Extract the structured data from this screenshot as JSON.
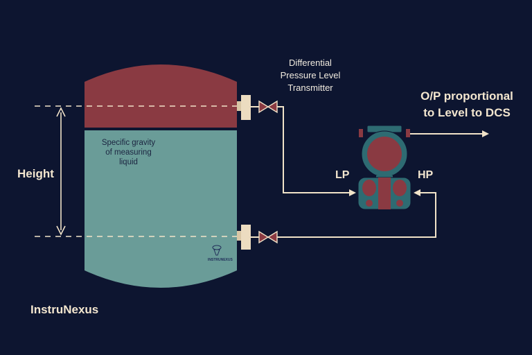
{
  "transmitter": {
    "title_lines": [
      "Differential",
      "Pressure Level",
      "Transmitter"
    ],
    "lp_label": "LP",
    "hp_label": "HP"
  },
  "output": {
    "label_lines": [
      "O/P proportional",
      "to Level to DCS"
    ]
  },
  "tank": {
    "liquid_label_lines": [
      "Specific gravity",
      "of measuring",
      "liquid"
    ],
    "height_label": "Height"
  },
  "brand": {
    "name": "InstruNexus",
    "watermark": "INSTRUNEXUS",
    "logo_icon": "gear-tower-icon"
  },
  "colors": {
    "background": "#0d1530",
    "vapor": "#8a3a42",
    "liquid": "#6a9c98",
    "pipe": "#f1e3c9",
    "transmitter_body": "#2e6b72"
  }
}
